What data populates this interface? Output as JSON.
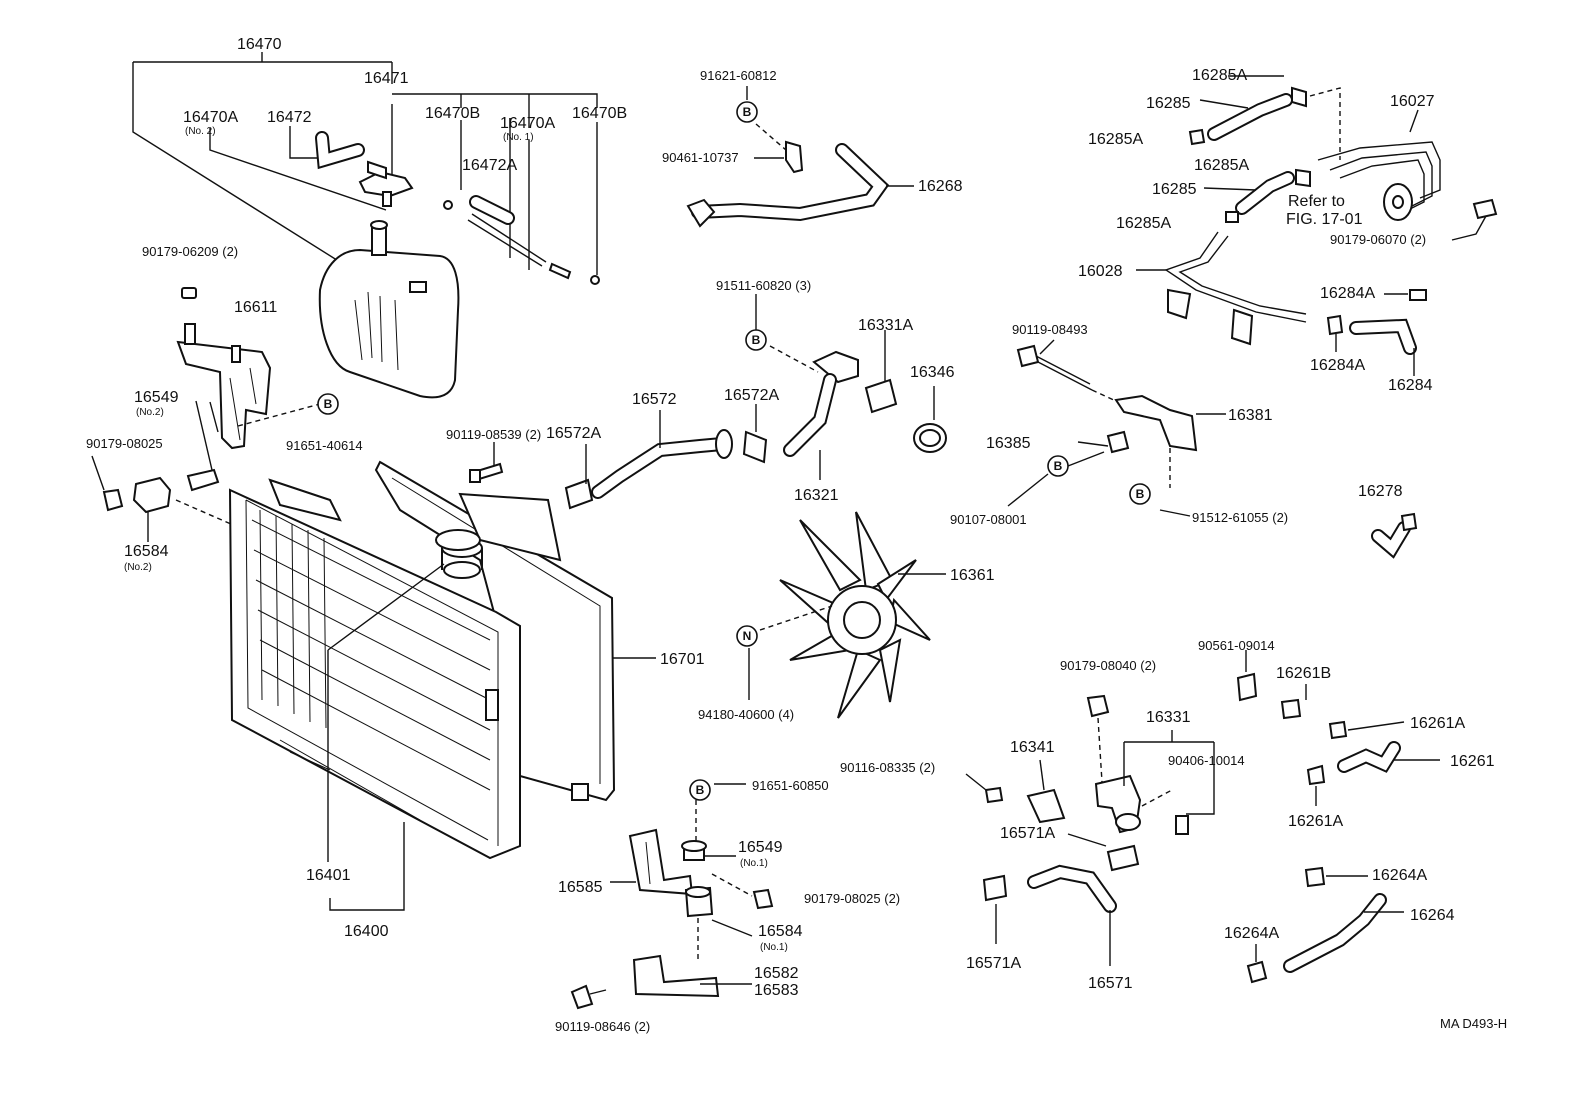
{
  "labels": {
    "p16470": "16470",
    "p16471": "16471",
    "p16470A_no2": "16470A",
    "no2_a": "(No. 2)",
    "p16472": "16472",
    "p16470B_a": "16470B",
    "p16470A_no1": "16470A",
    "no1_a": "(No. 1)",
    "p16470B_b": "16470B",
    "p16472A": "16472A",
    "p90179_06209": "90179-06209 (2)",
    "p16611": "16611",
    "p16549_no2": "16549",
    "no2_b": "(No.2)",
    "p90179_08025_a": "90179-08025",
    "p91651_40614": "91651-40614",
    "p16584_no2": "16584",
    "no2_c": "(No.2)",
    "p90119_08539": "90119-08539 (2)",
    "p91621_60812": "91621-60812",
    "p90461_10737": "90461-10737",
    "p16268": "16268",
    "p91511_60820": "91511-60820 (3)",
    "p16331A": "16331A",
    "p16346": "16346",
    "p16572": "16572",
    "p16572A_a": "16572A",
    "p16572A_b": "16572A",
    "p16321": "16321",
    "p16361": "16361",
    "p16701": "16701",
    "p94180_40600": "94180-40600 (4)",
    "p16401": "16401",
    "p16400": "16400",
    "p91651_60850": "91651-60850",
    "p16549_no1": "16549",
    "no1_b": "(No.1)",
    "p16585": "16585",
    "p90179_08025_b": "90179-08025 (2)",
    "p16584_no1": "16584",
    "no1_c": "(No.1)",
    "p16582": "16582",
    "p16583": "16583",
    "p90119_08646": "90119-08646 (2)",
    "p16285A_1": "16285A",
    "p16285_1": "16285",
    "p16027": "16027",
    "p16285A_2": "16285A",
    "p16285A_3": "16285A",
    "p16285_2": "16285",
    "refer1": "Refer to",
    "refer2": "FIG. 17-01",
    "p16285A_4": "16285A",
    "p90179_06070": "90179-06070 (2)",
    "p16028": "16028",
    "p16284A_1": "16284A",
    "p90119_08493": "90119-08493",
    "p16284A_2": "16284A",
    "p16284": "16284",
    "p16381": "16381",
    "p16385": "16385",
    "p90107_08001": "90107-08001",
    "p91512_61055": "91512-61055 (2)",
    "p16278": "16278",
    "p90561_09014": "90561-09014",
    "p90179_08040": "90179-08040 (2)",
    "p16261B": "16261B",
    "p16331": "16331",
    "p16261A_1": "16261A",
    "p16341": "16341",
    "p90406_10014": "90406-10014",
    "p90116_08335": "90116-08335 (2)",
    "p16261": "16261",
    "p16571A_1": "16571A",
    "p16261A_2": "16261A",
    "p16264A_1": "16264A",
    "p16264": "16264",
    "p16264A_2": "16264A",
    "p16571A_2": "16571A",
    "p16571": "16571",
    "code": "MA D493-H"
  },
  "markers": {
    "b": "B",
    "n": "N"
  }
}
